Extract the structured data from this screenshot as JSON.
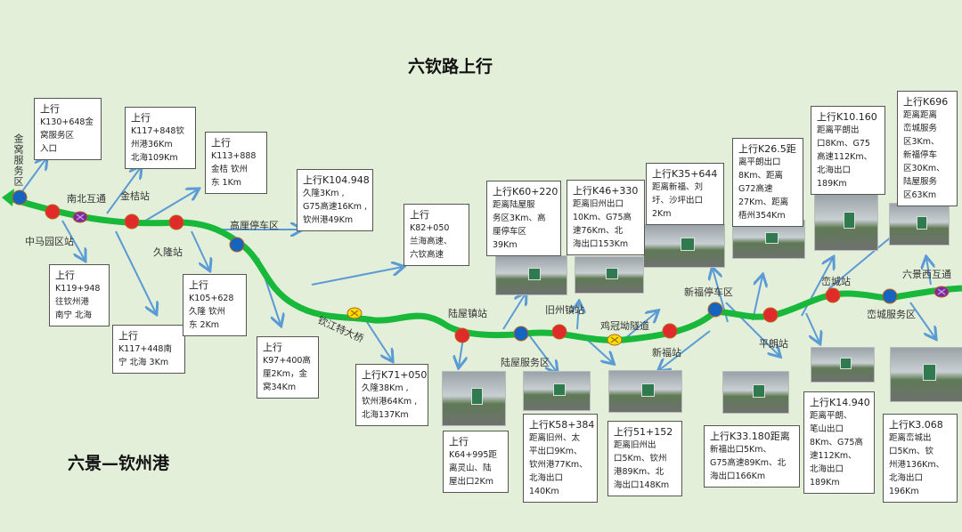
{
  "title": "六钦路上行",
  "subtitle": "六景—钦州港",
  "colors": {
    "road": "#18b83a",
    "station": "#e02b2b",
    "service": "#1565c0",
    "interchange": "#7b2aa0",
    "tunnel": "#f5e000",
    "arrow": "#5b9bd5",
    "background": "#e3efd9"
  },
  "places": [
    {
      "id": "jinwo",
      "name": "金窝服务区"
    },
    {
      "id": "nanbei",
      "name": "南北互通"
    },
    {
      "id": "jinju",
      "name": "金桔站"
    },
    {
      "id": "zhongma",
      "name": "中马园区站"
    },
    {
      "id": "jiulong",
      "name": "久隆站"
    },
    {
      "id": "gaoli",
      "name": "高厘停车区"
    },
    {
      "id": "qinjiang",
      "name": "钦江特大桥"
    },
    {
      "id": "luwuzhen",
      "name": "陆屋镇站"
    },
    {
      "id": "jiuzhou",
      "name": "旧州镇站"
    },
    {
      "id": "luwufw",
      "name": "陆屋服务区"
    },
    {
      "id": "jiguan",
      "name": "鸡冠坳隧道"
    },
    {
      "id": "xinfu",
      "name": "新福站"
    },
    {
      "id": "xinfutc",
      "name": "新福停车区"
    },
    {
      "id": "pinglang",
      "name": "平朗站"
    },
    {
      "id": "luancheng",
      "name": "峦城站"
    },
    {
      "id": "luanchengfw",
      "name": "峦城服务区"
    },
    {
      "id": "liujingxi",
      "name": "六景西互通"
    }
  ],
  "boxes": [
    {
      "lines": [
        "上行",
        "K130+648金",
        "窝服务区",
        "入口"
      ]
    },
    {
      "lines": [
        "上行",
        "K117+848钦",
        "州港36Km",
        "北海109Km"
      ]
    },
    {
      "lines": [
        "上行",
        "K113+888",
        "金桔 钦州",
        "东 1Km"
      ]
    },
    {
      "lines": [
        "上行K104.948",
        "久隆3Km ,",
        "G75高速16Km ,",
        "钦州港49Km"
      ]
    },
    {
      "lines": [
        "上行",
        "K82+050",
        "兰海高速、",
        "六钦高速"
      ]
    },
    {
      "lines": [
        "上行K60+220",
        "距离陆屋服",
        "务区3Km、高",
        "厘停车区",
        "39Km"
      ]
    },
    {
      "lines": [
        "上行K46+330",
        "距离旧州出口",
        "10Km、G75高",
        "速76Km、北",
        "海出口153Km"
      ]
    },
    {
      "lines": [
        "上行K35+644",
        "距离新福、刘",
        "圩、沙坪出口",
        "2Km"
      ]
    },
    {
      "lines": [
        "上行K26.5距",
        "离平朗出口",
        "8Km、距离",
        "G72高速",
        "27Km、距离",
        "梧州354Km"
      ]
    },
    {
      "lines": [
        "上行K10.160",
        "距离平朗出",
        "口8Km、G75",
        "高速112Km、",
        "北海出口",
        "189Km"
      ]
    },
    {
      "lines": [
        "上行K696",
        "距离距离",
        "峦城服务",
        "区3Km、",
        "新福停车",
        "区30Km、",
        "陆屋服务",
        "区63Km"
      ]
    },
    {
      "lines": [
        "上行",
        "K119+948",
        "往钦州港",
        "南宁 北海"
      ]
    },
    {
      "lines": [
        "上行",
        "K117+448南",
        "宁 北海 3Km"
      ]
    },
    {
      "lines": [
        "上行",
        "K105+628",
        "久隆 钦州",
        "东 2Km"
      ]
    },
    {
      "lines": [
        "上行",
        "K97+400高",
        "厘2Km，金",
        "窝34Km"
      ]
    },
    {
      "lines": [
        "上行K71+050",
        "久隆38Km ,",
        "钦州港64Km ,",
        "北海137Km"
      ]
    },
    {
      "lines": [
        "上行",
        "K64+995距",
        "离灵山、陆",
        "屋出口2Km"
      ]
    },
    {
      "lines": [
        "上行K58+384",
        "距离旧州、太",
        "平出口9Km、",
        "钦州港77Km、",
        "北海出口",
        "140Km"
      ]
    },
    {
      "lines": [
        "上行51+152",
        "距离旧州出",
        "口5Km、钦州",
        "港89Km、北",
        "海出口148Km"
      ]
    },
    {
      "lines": [
        "上行K33.180距离",
        "新福出口5Km、",
        "G75高速89Km、北",
        "海出口166Km"
      ]
    },
    {
      "lines": [
        "上行K14.940",
        "距离平朗、",
        "笔山出口",
        "8Km、G75高",
        "速112Km、",
        "北海出口",
        "189Km"
      ]
    },
    {
      "lines": [
        "上行K3.068",
        "距离峦城出",
        "口5Km、钦",
        "州港136Km、",
        "北海出口",
        "196Km"
      ]
    }
  ]
}
